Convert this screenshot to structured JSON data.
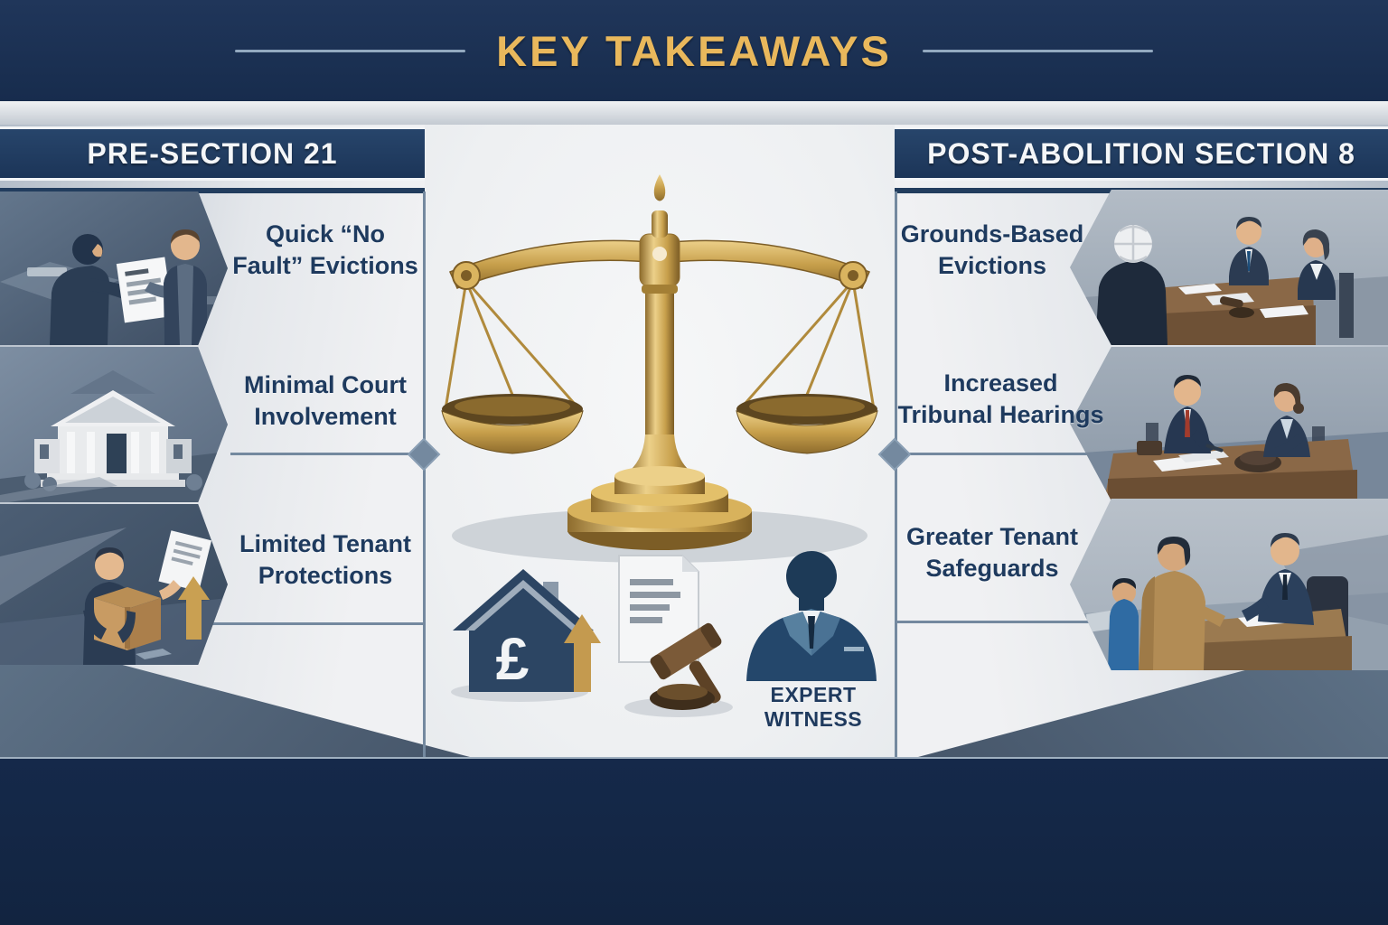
{
  "title": "KEY TAKEAWAYS",
  "left_panel": {
    "header": "PRE-SECTION 21",
    "items": [
      {
        "label": "Quick “No Fault” Evictions",
        "scene": "landlord-serving-eviction-notice"
      },
      {
        "label": "Minimal Court Involvement",
        "scene": "courthouse-building"
      },
      {
        "label": "Limited Tenant Protections",
        "scene": "tenant-moving-out-with-box"
      }
    ]
  },
  "right_panel": {
    "header": "POST-ABOLITION SECTION 8",
    "items": [
      {
        "label": "Grounds-Based Evictions",
        "scene": "judge-courtroom-hearing"
      },
      {
        "label": "Increased Tribunal Hearings",
        "scene": "tribunal-desk-hearing"
      },
      {
        "label": "Greater Tenant Safeguards",
        "scene": "family-with-advisor"
      }
    ]
  },
  "center": {
    "main_icon": "scales-of-justice-icon",
    "icons": [
      {
        "name": "house-price-rise-icon",
        "symbol": "£"
      },
      {
        "name": "legal-document-gavel-icon"
      },
      {
        "name": "expert-witness-icon",
        "label": "EXPERT WITNESS"
      }
    ]
  },
  "colors": {
    "navy_band": "#172c4d",
    "header_bar_navy": "#1c3558",
    "gold_title": "#e9b85c",
    "label_text_navy": "#1e3a5e",
    "slate_scene": "#5a6d83",
    "brass_gold": "#c79f4b",
    "panel_light": "#f0f1f3"
  }
}
